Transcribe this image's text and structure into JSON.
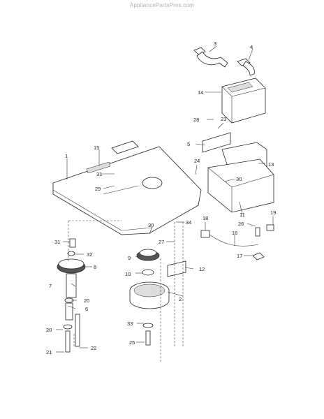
{
  "watermark": "AppliancePartsPros.com",
  "callouts": [
    "1",
    "2",
    "3",
    "4",
    "5",
    "6",
    "7",
    "8",
    "9",
    "10",
    "11",
    "12",
    "13",
    "14",
    "15",
    "16",
    "17",
    "18",
    "19",
    "20",
    "21",
    "22",
    "23",
    "24",
    "25",
    "26",
    "27",
    "28",
    "29",
    "30",
    "31",
    "32",
    "33",
    "34"
  ]
}
